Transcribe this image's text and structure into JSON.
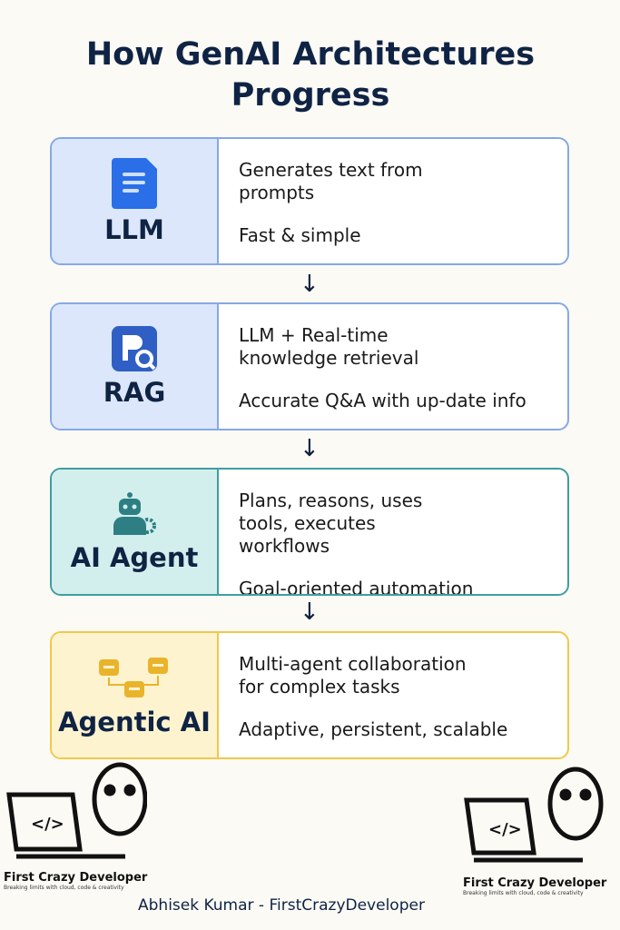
{
  "title": "How GenAI Architectures Progress",
  "cards": [
    {
      "label": "LLM",
      "icon": "document-icon",
      "desc1": "Generates text from prompts",
      "desc2": "Fast & simple"
    },
    {
      "label": "RAG",
      "icon": "retrieval-icon",
      "desc1": "LLM + Real-time knowledge retrieval",
      "desc2": "Accurate Q&A with up-date info"
    },
    {
      "label": "AI Agent",
      "icon": "robot-gear-icon",
      "desc1": "Plans, reasons, uses tools, executes workflows",
      "desc2": "Goal-oriented automation"
    },
    {
      "label": "Agentic AI",
      "icon": "multi-robot-icon",
      "desc1": "Multi-agent collaboration for complex tasks",
      "desc2": "Adaptive, persistent, scalable"
    }
  ],
  "arrow": "↓",
  "logo": {
    "name": "First Crazy Developer",
    "tagline": "Breaking limits with cloud, code & creativity"
  },
  "footer": "Abhisek Kumar - FirstCrazyDeveloper",
  "colors": {
    "blue": "#dce7fb",
    "teal": "#d3efed",
    "gold": "#fdf3cf",
    "title": "#0f2344"
  }
}
